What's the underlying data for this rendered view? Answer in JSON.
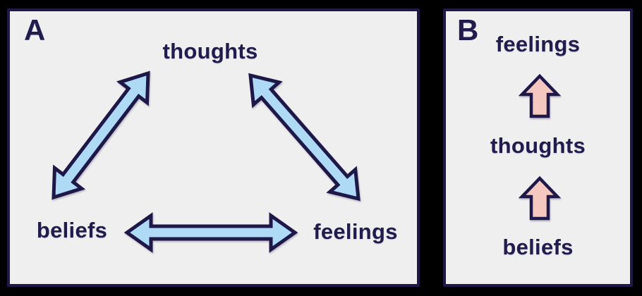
{
  "colors": {
    "page_background": "#000000",
    "panel_background": "#f0eff0",
    "panel_border": "#1e1947",
    "text": "#211c4e",
    "arrow_blue": "#aedaf5",
    "arrow_pink": "#f5c8bf",
    "arrow_outline": "#1d1847"
  },
  "panel_a": {
    "label": "A",
    "nodes": {
      "top": "thoughts",
      "bottom_left": "beliefs",
      "bottom_right": "feelings"
    },
    "connections": [
      {
        "from": "beliefs",
        "to": "thoughts",
        "bidirectional": true
      },
      {
        "from": "thoughts",
        "to": "feelings",
        "bidirectional": true
      },
      {
        "from": "beliefs",
        "to": "feelings",
        "bidirectional": true
      }
    ]
  },
  "panel_b": {
    "label": "B",
    "top": "feelings",
    "middle": "thoughts",
    "bottom": "beliefs",
    "flow": [
      {
        "from": "beliefs",
        "to": "thoughts"
      },
      {
        "from": "thoughts",
        "to": "feelings"
      }
    ]
  }
}
